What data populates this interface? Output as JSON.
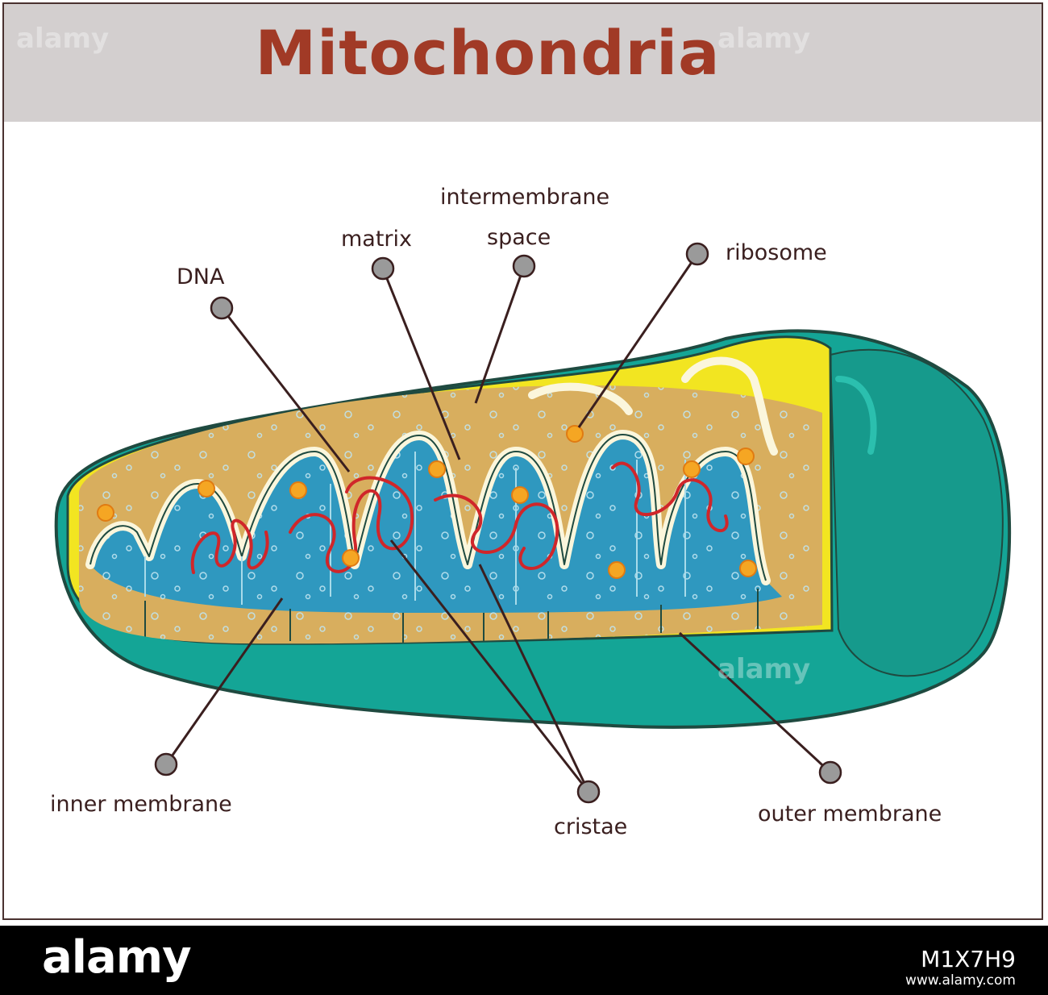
{
  "title": "Mitochondria",
  "labels": {
    "dna": "DNA",
    "matrix": "matrix",
    "intermembrane_space_line1": "intermembrane",
    "intermembrane_space_line2": "space",
    "ribosome": "ribosome",
    "inner_membrane": "inner membrane",
    "cristae": "cristae",
    "outer_membrane": "outer membrane"
  },
  "footer": {
    "brand": "alamy",
    "image_id": "M1X7H9",
    "url": "www.alamy.com"
  },
  "watermark": "alamy",
  "colors": {
    "title": "#a13a26",
    "outer_membrane": "#14a596",
    "membrane_outline": "#1f4a40",
    "intermembrane_band": "#f2e521",
    "inner_tissue": "#d8ae5e",
    "inner_membrane": "#fbf6dc",
    "matrix": "#2f98bf",
    "dna": "#d0262a",
    "ribosome": "#f5a623",
    "pointer_dot": "#9a9a9a"
  }
}
